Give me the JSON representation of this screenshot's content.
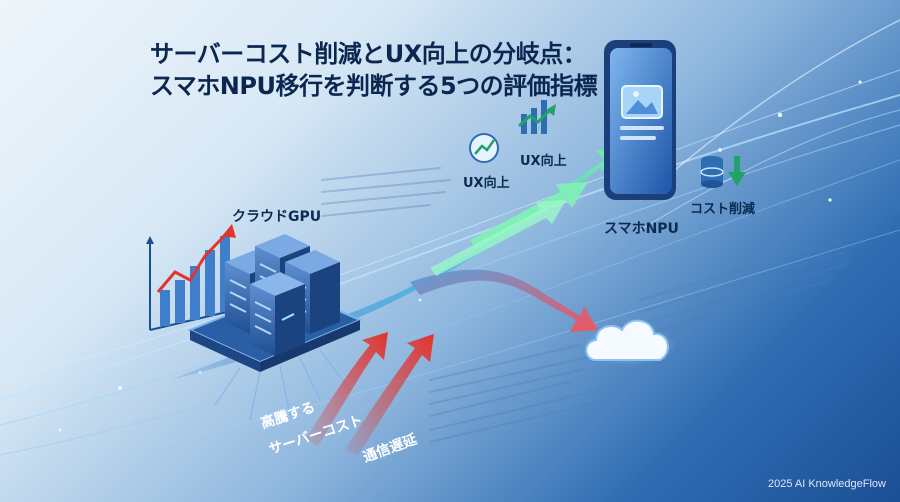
{
  "title": {
    "line1": "サーバーコスト削減とUX向上の分岐点：",
    "line2": "スマホNPU移行を判断する5つの評価指標"
  },
  "labels": {
    "cloud_gpu": "クラウドGPU",
    "ux_up_top": "UX向上",
    "ux_up_mid": "UX向上",
    "smartphone_npu": "スマホNPU",
    "cost_reduction": "コスト削減",
    "high_server_cost_1": "高騰する",
    "high_server_cost_2": "サーバーコスト",
    "latency": "通信遅延"
  },
  "credit": "2025 AI KnowledgeFlow",
  "icons": [
    "rising-chart-icon",
    "server-rack-icon",
    "smartphone-icon",
    "image-icon",
    "database-icon",
    "down-arrow-icon",
    "cloud-icon",
    "up-arrow-icon"
  ],
  "colors": {
    "title": "#0b2650",
    "road_up": "#5fe0a8",
    "road_down": "#e8505b",
    "accent_blue": "#2f6db3",
    "trend_red": "#e2342f",
    "trend_green": "#1fa36a"
  }
}
